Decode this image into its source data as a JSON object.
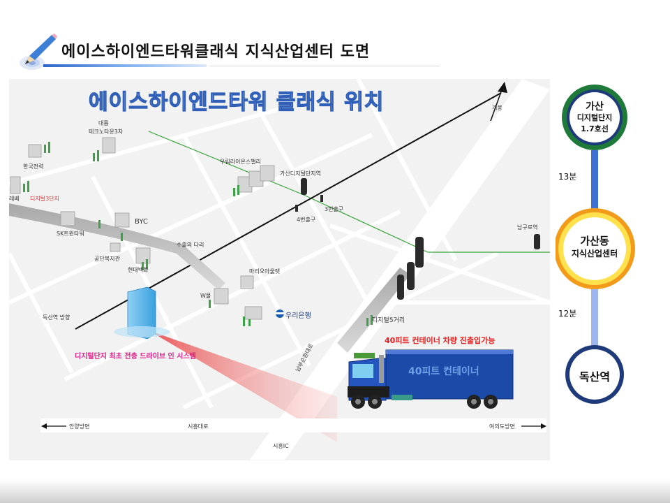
{
  "page": {
    "title": "에이스하이엔드타워클래식 지식산업센터 도면"
  },
  "map": {
    "banner": "에이스하이엔드타워 클래식 위치",
    "labels": {
      "daeryung": "대륭",
      "technotown": "테크노타운3차",
      "gaebong": "개봉",
      "kepco": "한국전력",
      "woorim": "우림라이온스밸리",
      "gasan_station": "가산디지털단지역",
      "exit3": "3번출구",
      "exit4": "4번출구",
      "digital3": "디지털3단지",
      "ebay": "레베",
      "sk": "SK트윈타워",
      "byc": "BYC",
      "bridge": "수출의 다리",
      "welfare": "공단복지관",
      "hyundai": "현대백화",
      "mario": "마리오아울렛",
      "namguro": "남구로역",
      "wmall": "W몰",
      "woori": "우리은행",
      "doksan_dir": "독산역 방향",
      "digital5": "디지털5거리",
      "nambu": "남부순환대로",
      "anyang": "안양방면",
      "siheung_road": "시흥대로",
      "yeouido": "여의도방면",
      "siheung_ic": "시흥IC"
    },
    "callouts": {
      "drive_in": "디지털단지 최초 전층 드라이브 인 시스템",
      "container_access": "40피트 컨테이너 차량 진출입가능",
      "truck_text": "40피트 컨테이너"
    }
  },
  "route": {
    "stations": [
      {
        "line1": "가산",
        "line2": "디지털단지",
        "line3": "1.7호선"
      },
      {
        "line1": "가산동",
        "line2": "지식산업센터"
      },
      {
        "line1": "독산역"
      }
    ],
    "times": [
      "13분",
      "12분"
    ],
    "colors": {
      "green": "#1f7a3a",
      "blue": "#3d6fd6",
      "navy": "#1e3a7a",
      "orange": "#f29a1a",
      "yellow": "#ffe14d"
    }
  }
}
